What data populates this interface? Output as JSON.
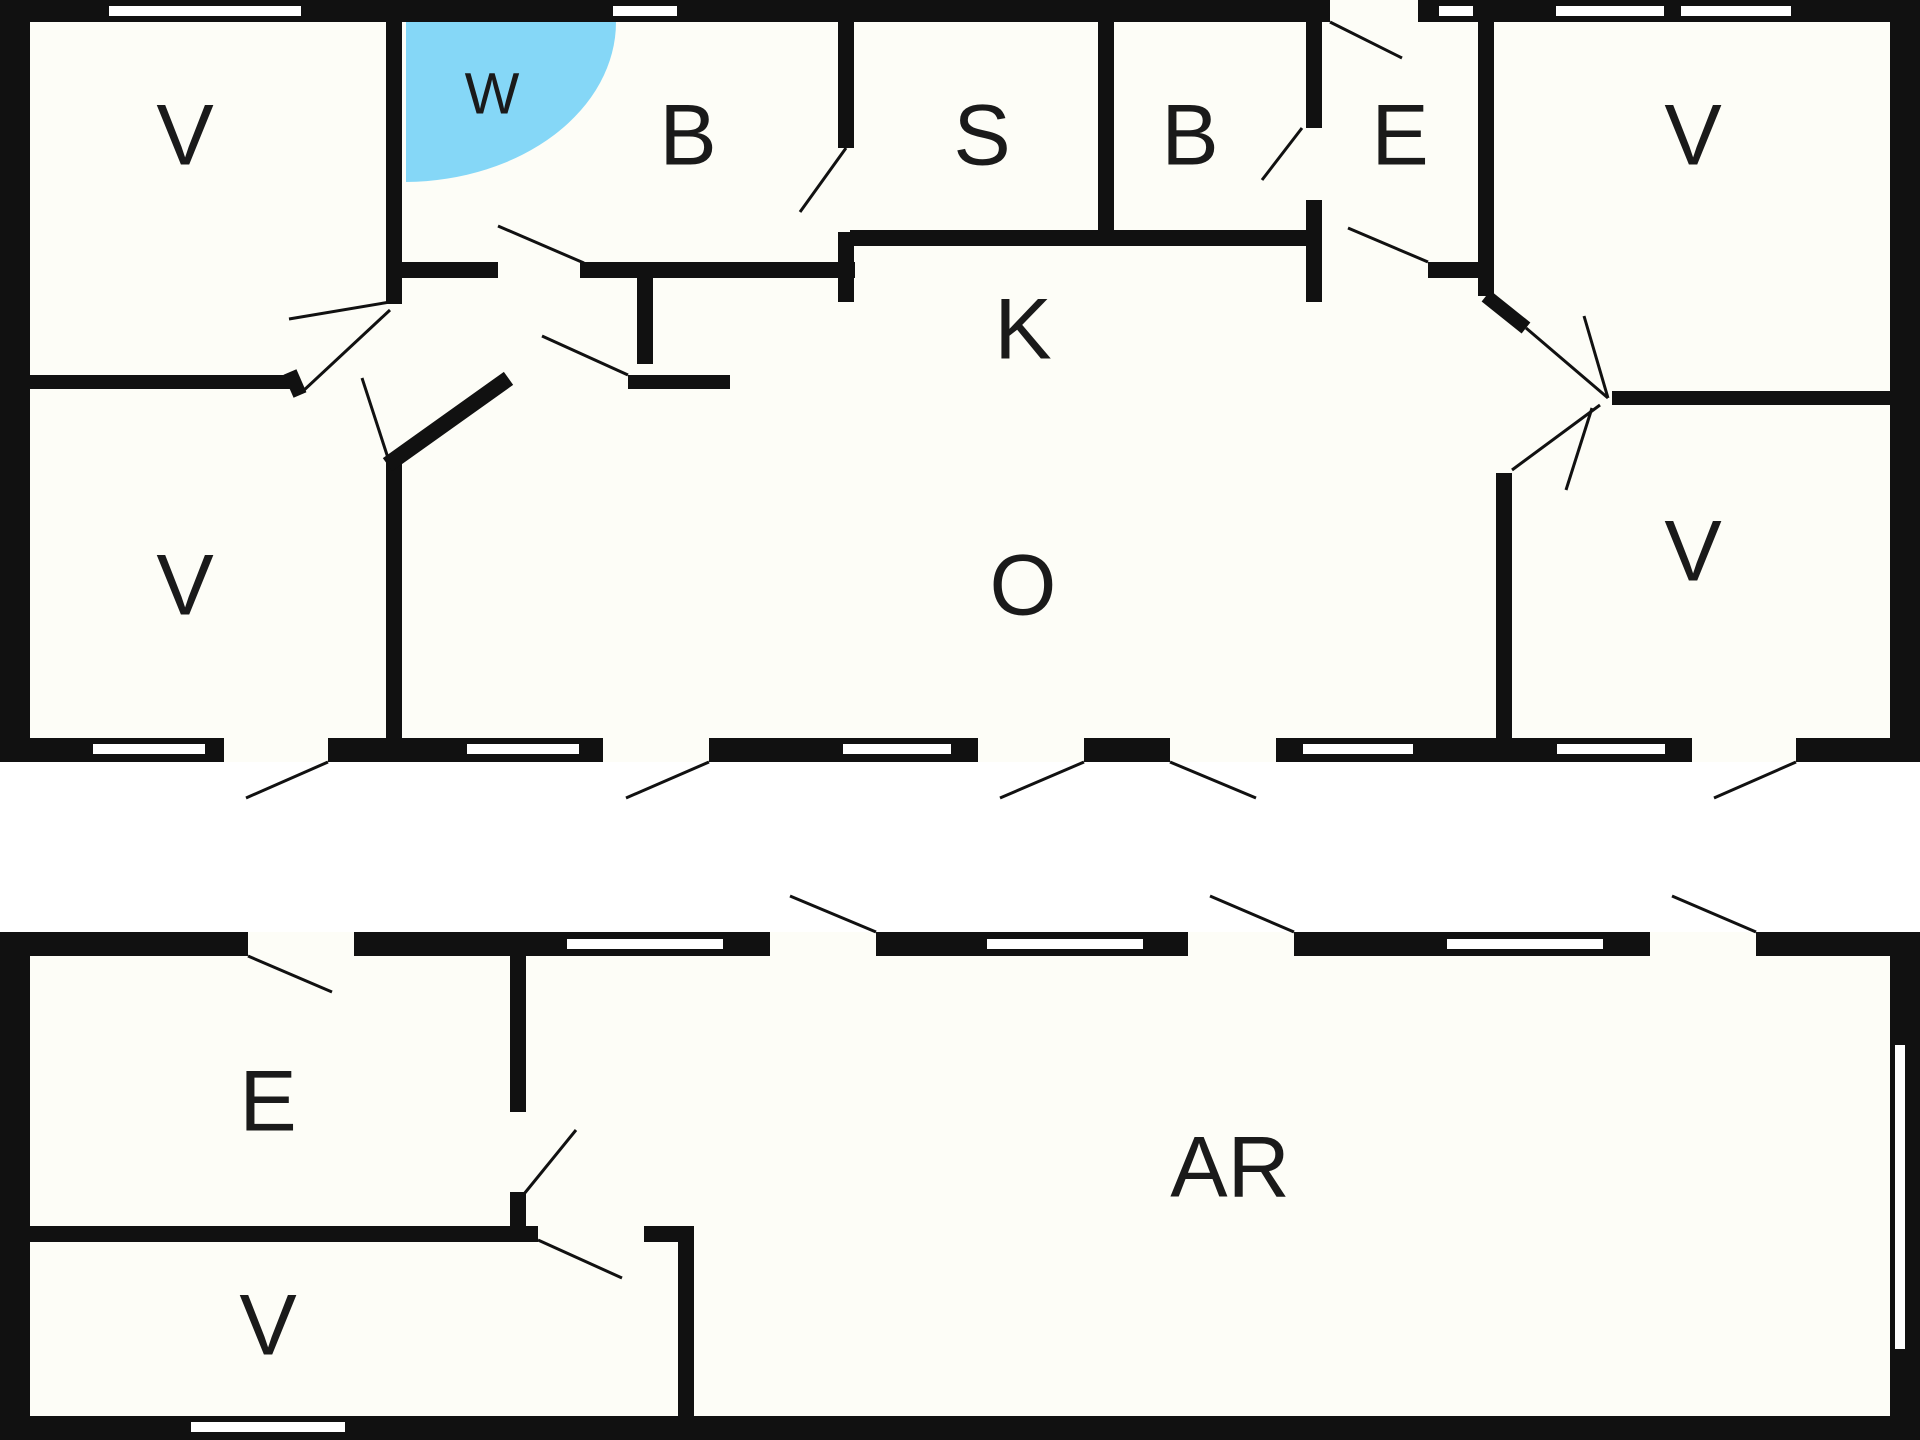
{
  "plan": {
    "colors": {
      "wall": "#111111",
      "floor": "#fdfdf7",
      "shower": "#85d7f7"
    },
    "rooms": [
      {
        "id": "v1",
        "label": "V"
      },
      {
        "id": "w",
        "label": "W"
      },
      {
        "id": "b1",
        "label": "B"
      },
      {
        "id": "s",
        "label": "S"
      },
      {
        "id": "b2",
        "label": "B"
      },
      {
        "id": "e1",
        "label": "E"
      },
      {
        "id": "v2",
        "label": "V"
      },
      {
        "id": "k",
        "label": "K"
      },
      {
        "id": "v3",
        "label": "V"
      },
      {
        "id": "o",
        "label": "O"
      },
      {
        "id": "v4",
        "label": "V"
      },
      {
        "id": "e2",
        "label": "E"
      },
      {
        "id": "ar",
        "label": "AR"
      },
      {
        "id": "v5",
        "label": "V"
      }
    ]
  }
}
